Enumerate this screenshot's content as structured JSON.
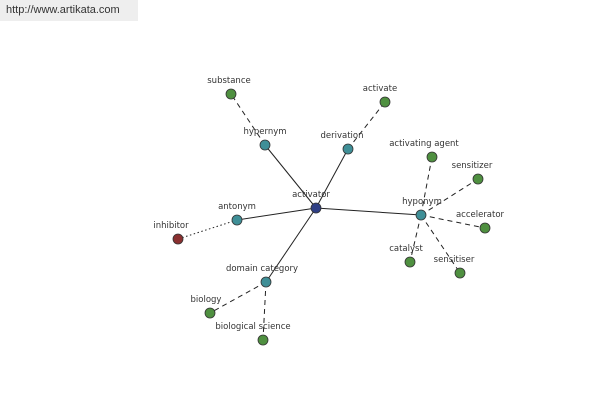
{
  "source_link": "http://www.artikata.com",
  "colors": {
    "center": "#2f3f85",
    "relation": "#3f8f97",
    "leaf": "#4f9040",
    "opposite": "#8a3030",
    "edge": "#222222"
  },
  "nodes": [
    {
      "id": "activator",
      "label": "activator",
      "kind": "center"
    },
    {
      "id": "hypernym",
      "label": "hypernym",
      "kind": "relation"
    },
    {
      "id": "derivation",
      "label": "derivation",
      "kind": "relation"
    },
    {
      "id": "antonym",
      "label": "antonym",
      "kind": "relation"
    },
    {
      "id": "hyponym",
      "label": "hyponym",
      "kind": "relation"
    },
    {
      "id": "domain-category",
      "label": "domain category",
      "kind": "relation"
    },
    {
      "id": "substance",
      "label": "substance",
      "kind": "leaf"
    },
    {
      "id": "activate",
      "label": "activate",
      "kind": "leaf"
    },
    {
      "id": "inhibitor",
      "label": "inhibitor",
      "kind": "opposite"
    },
    {
      "id": "activating-agent",
      "label": "activating agent",
      "kind": "leaf"
    },
    {
      "id": "sensitizer",
      "label": "sensitizer",
      "kind": "leaf"
    },
    {
      "id": "accelerator",
      "label": "accelerator",
      "kind": "leaf"
    },
    {
      "id": "catalyst",
      "label": "catalyst",
      "kind": "leaf"
    },
    {
      "id": "sensitiser",
      "label": "sensitiser",
      "kind": "leaf"
    },
    {
      "id": "biology",
      "label": "biology",
      "kind": "leaf"
    },
    {
      "id": "biological-science",
      "label": "biological science",
      "kind": "leaf"
    }
  ],
  "edges": [
    {
      "from": "activator",
      "to": "hypernym",
      "style": "solid"
    },
    {
      "from": "activator",
      "to": "derivation",
      "style": "solid"
    },
    {
      "from": "activator",
      "to": "antonym",
      "style": "solid"
    },
    {
      "from": "activator",
      "to": "hyponym",
      "style": "solid"
    },
    {
      "from": "activator",
      "to": "domain-category",
      "style": "solid"
    },
    {
      "from": "hypernym",
      "to": "substance",
      "style": "dashed"
    },
    {
      "from": "derivation",
      "to": "activate",
      "style": "dashed"
    },
    {
      "from": "antonym",
      "to": "inhibitor",
      "style": "dotted"
    },
    {
      "from": "hyponym",
      "to": "activating-agent",
      "style": "dashed"
    },
    {
      "from": "hyponym",
      "to": "sensitizer",
      "style": "dashed"
    },
    {
      "from": "hyponym",
      "to": "accelerator",
      "style": "dashed"
    },
    {
      "from": "hyponym",
      "to": "catalyst",
      "style": "dashed"
    },
    {
      "from": "hyponym",
      "to": "sensitiser",
      "style": "dashed"
    },
    {
      "from": "domain-category",
      "to": "biology",
      "style": "dashed"
    },
    {
      "from": "domain-category",
      "to": "biological-science",
      "style": "dashed"
    }
  ]
}
